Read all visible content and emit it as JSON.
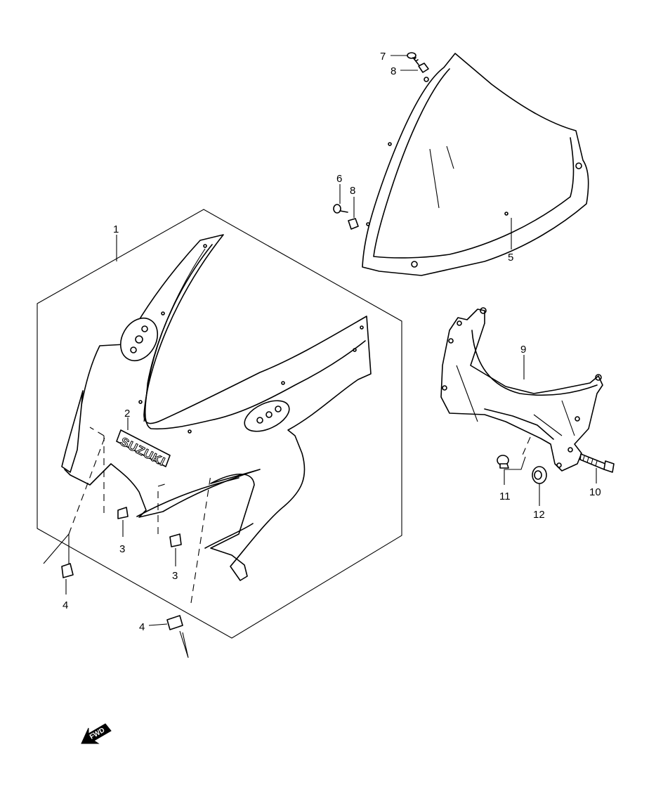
{
  "callouts": {
    "c1": "1",
    "c2": "2",
    "c3a": "3",
    "c3b": "3",
    "c4a": "4",
    "c4b": "4",
    "c5": "5",
    "c6": "6",
    "c7": "7",
    "c8a": "8",
    "c8b": "8",
    "c9": "9",
    "c10": "10",
    "c11": "11",
    "c12": "12"
  },
  "brand_text": "SUZUKI",
  "direction_label": "FWD",
  "colors": {
    "line": "#000000",
    "background": "#ffffff"
  }
}
